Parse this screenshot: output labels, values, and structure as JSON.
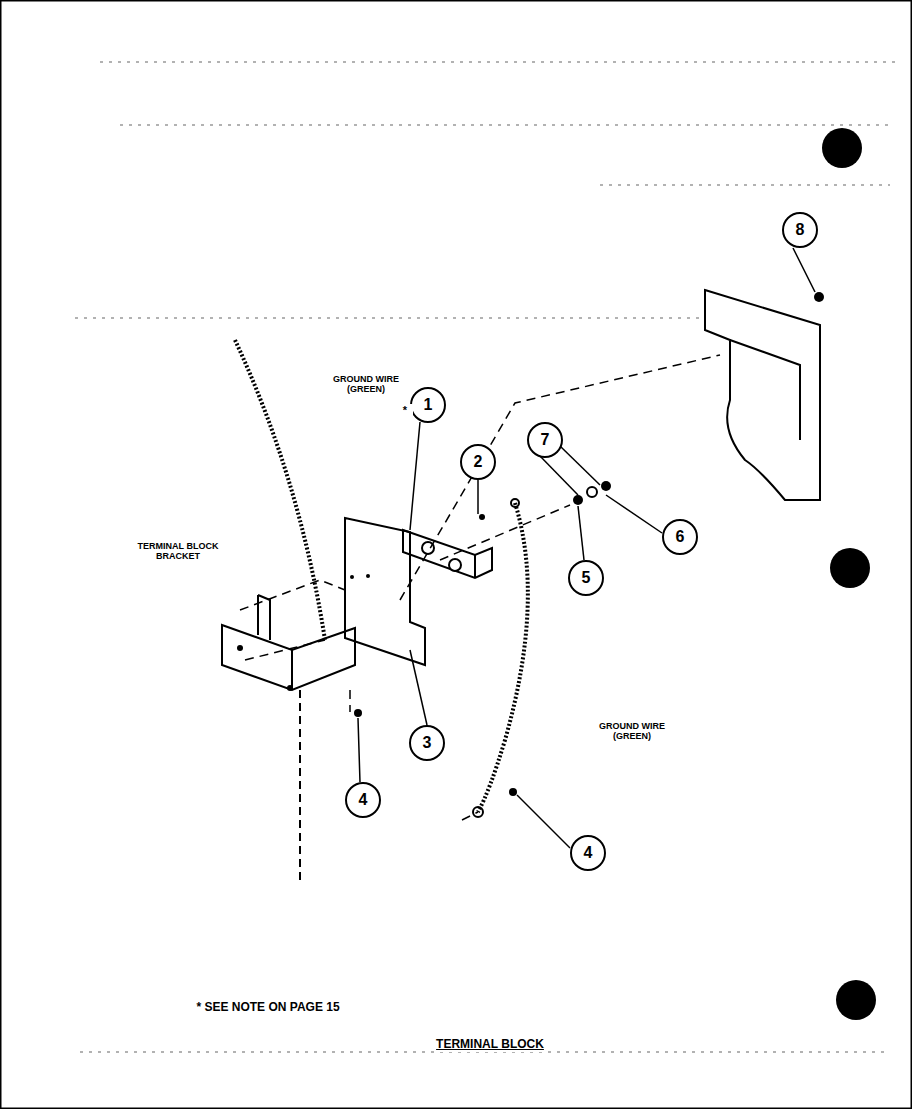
{
  "diagram": {
    "caption": "TERMINAL BLOCK",
    "nodes": [
      {
        "text": [
          "8"
        ]
      },
      {
        "text": [
          "1"
        ]
      },
      {
        "text": [
          "7"
        ]
      },
      {
        "text": [
          "2"
        ]
      },
      {
        "text": [
          "6"
        ]
      },
      {
        "text": [
          "5"
        ]
      },
      {
        "text": [
          "3"
        ]
      },
      {
        "text": [
          "4"
        ]
      },
      {
        "text": [
          "4"
        ]
      }
    ],
    "labels": [
      "GROUND WIRE (GREEN)",
      "*",
      "TERMINAL BLOCK BRACKET",
      "GROUND WIRE (GREEN)",
      "* SEE NOTE ON PAGE 15"
    ]
  }
}
